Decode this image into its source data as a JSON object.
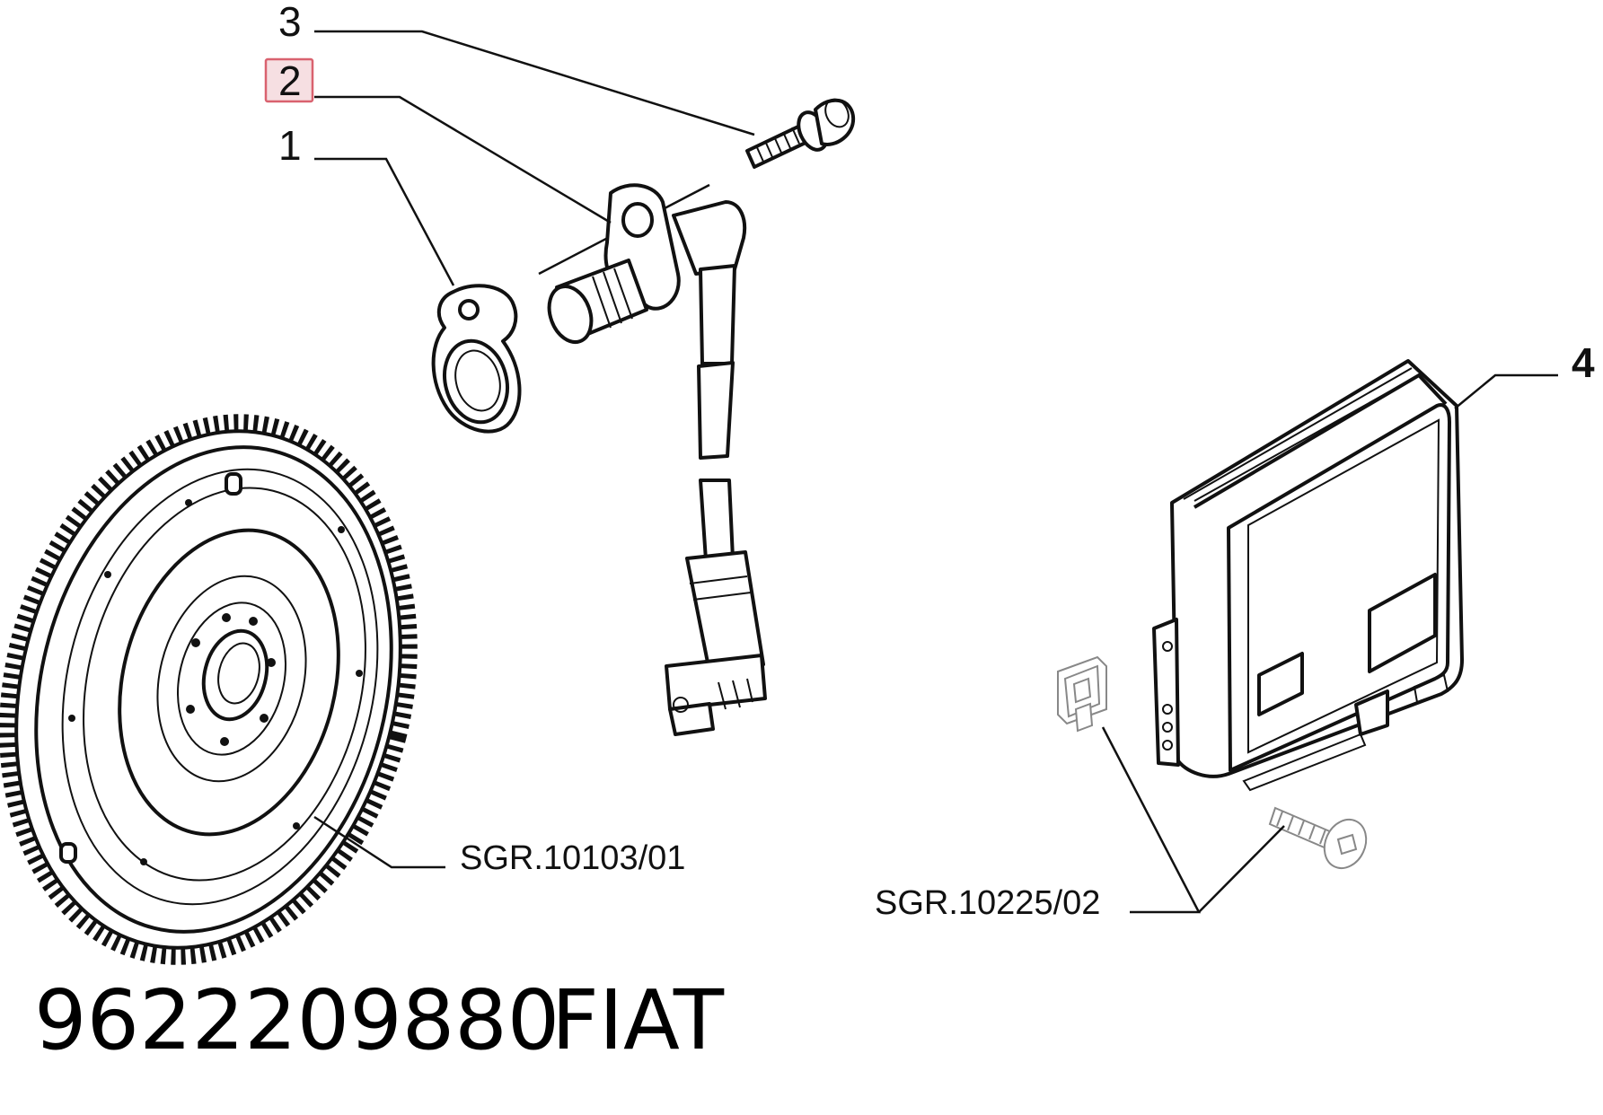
{
  "callouts": {
    "c1": "1",
    "c2": "2",
    "c3": "3",
    "c4": "4"
  },
  "refs": {
    "flywheel": "SGR.10103/01",
    "ecu_fasteners": "SGR.10225/02"
  },
  "caption": {
    "part_number": "9622209880",
    "brand": "FIAT"
  },
  "colors": {
    "highlight_fill": "#f6dfe2",
    "highlight_stroke": "#d9626f"
  }
}
